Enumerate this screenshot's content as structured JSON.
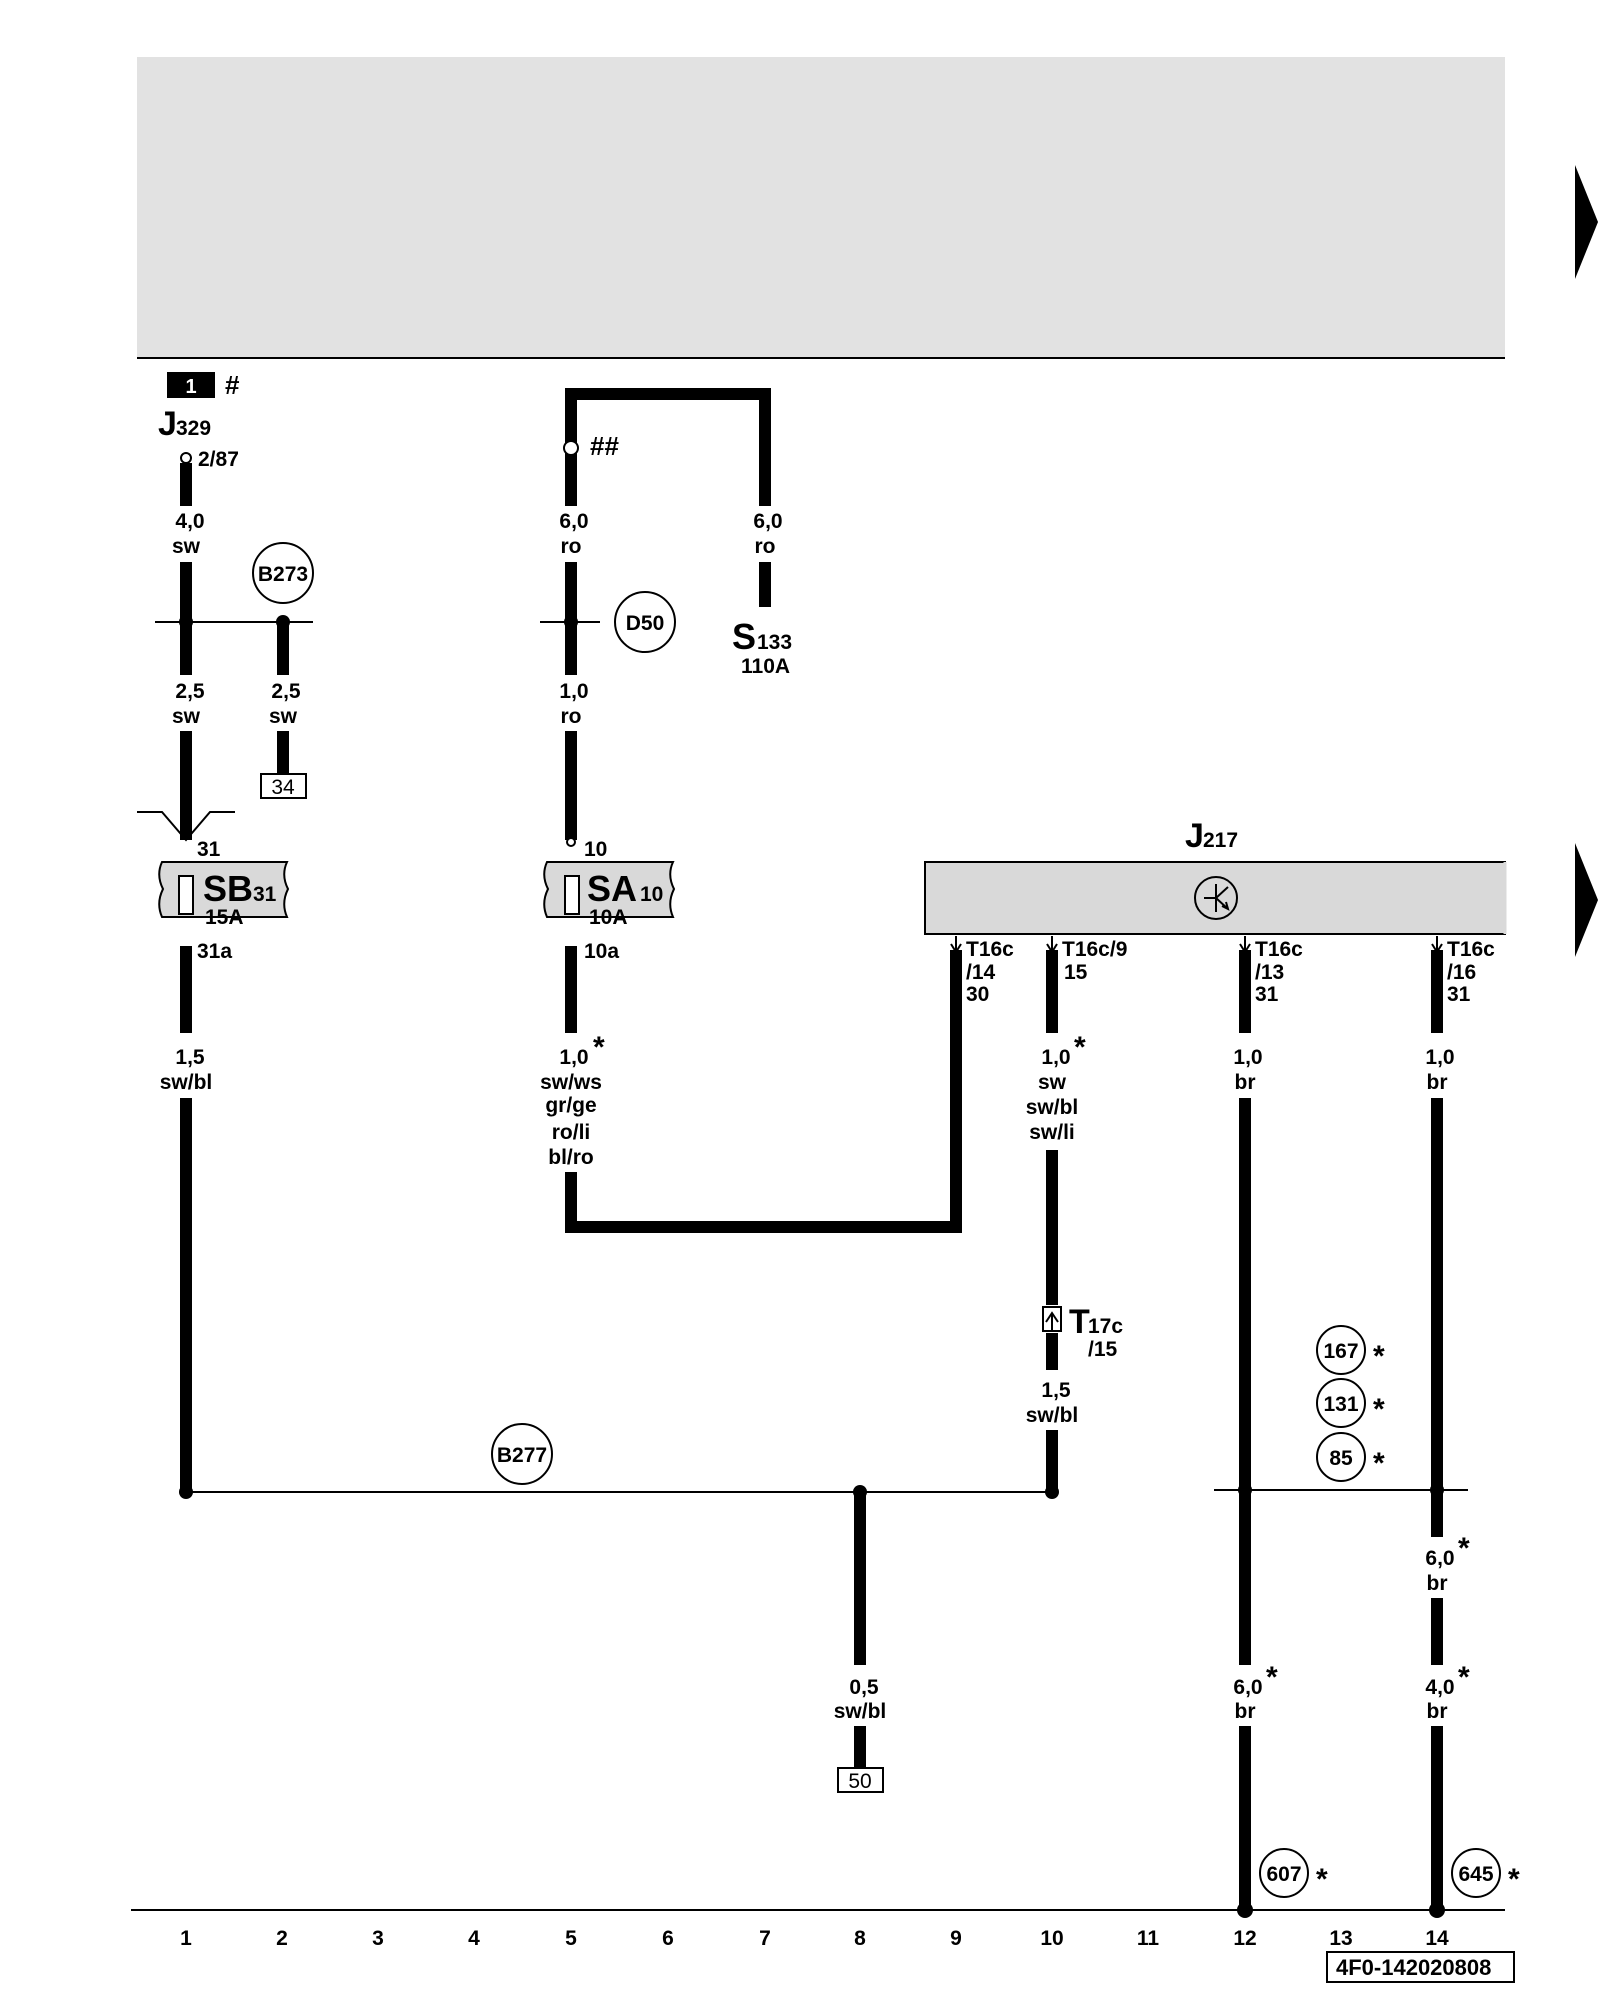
{
  "colors": {
    "header_fill": "#e2e2e2",
    "fuse_fill": "#d9d9d9",
    "wire": "#000000"
  },
  "header": {
    "page_badge": "1",
    "page_badge_mark": "#"
  },
  "relay_j329": {
    "letter": "J",
    "sub": "329",
    "pin": "2/87"
  },
  "fuse_sb31": {
    "name": "SB",
    "sub": "31",
    "rating": "15A",
    "pin_in": "31",
    "pin_out": "31a"
  },
  "fuse_sa10": {
    "name": "SA",
    "sub": "10",
    "rating": "10A",
    "pin_in": "10",
    "pin_out": "10a"
  },
  "fuse_s133": {
    "name": "S",
    "sub": "133",
    "rating": "110A"
  },
  "connection_marker": {
    "text": "##"
  },
  "control_unit_j217": {
    "letter": "J",
    "sub": "217",
    "pins": [
      {
        "line1": "T16c",
        "line2": "/14",
        "line3": "30"
      },
      {
        "line1": "T16c/9",
        "line2": "15",
        "line3": ""
      },
      {
        "line1": "T16c",
        "line2": "/13",
        "line3": "31"
      },
      {
        "line1": "T16c",
        "line2": "/16",
        "line3": "31"
      }
    ]
  },
  "connector_t17c": {
    "letter": "T",
    "sub": "17c",
    "pin": "/15"
  },
  "circles": {
    "b273": "B273",
    "d50": "D50",
    "b277": "B277",
    "c167": "167",
    "c131": "131",
    "c85": "85",
    "c607": "607",
    "c645": "645"
  },
  "terminals": {
    "t34": "34",
    "t50": "50"
  },
  "wire_labels": {
    "w1_top": {
      "size": "4,0",
      "color": "sw"
    },
    "w1_mid": {
      "size": "2,5",
      "color": "sw"
    },
    "w2_mid": {
      "size": "2,5",
      "color": "sw"
    },
    "w1_low": {
      "size": "1,5",
      "color": "sw/bl"
    },
    "w5_top": {
      "size": "6,0",
      "color": "ro"
    },
    "w7_top": {
      "size": "6,0",
      "color": "ro"
    },
    "w5_mid": {
      "size": "1,0",
      "color": "ro"
    },
    "w5_low": {
      "size": "1,0",
      "colors": [
        "sw/ws",
        "gr/ge",
        "ro/li",
        "bl/ro"
      ]
    },
    "w10_low": {
      "size": "1,0",
      "colors": [
        "sw",
        "sw/bl",
        "sw/li"
      ]
    },
    "w12_up": {
      "size": "1,0",
      "color": "br"
    },
    "w14_up": {
      "size": "1,0",
      "color": "br"
    },
    "w10_t17": {
      "size": "1,5",
      "color": "sw/bl"
    },
    "w14_mid": {
      "size": "6,0",
      "color": "br"
    },
    "w12_bot": {
      "size": "6,0",
      "color": "br"
    },
    "w14_bot": {
      "size": "4,0",
      "color": "br"
    },
    "w8_bot": {
      "size": "0,5",
      "color": "sw/bl"
    }
  },
  "note_mark": "*",
  "footer": {
    "tracks": [
      "1",
      "2",
      "3",
      "4",
      "5",
      "6",
      "7",
      "8",
      "9",
      "10",
      "11",
      "12",
      "13",
      "14"
    ],
    "diagram_id": "4F0-142020808"
  }
}
